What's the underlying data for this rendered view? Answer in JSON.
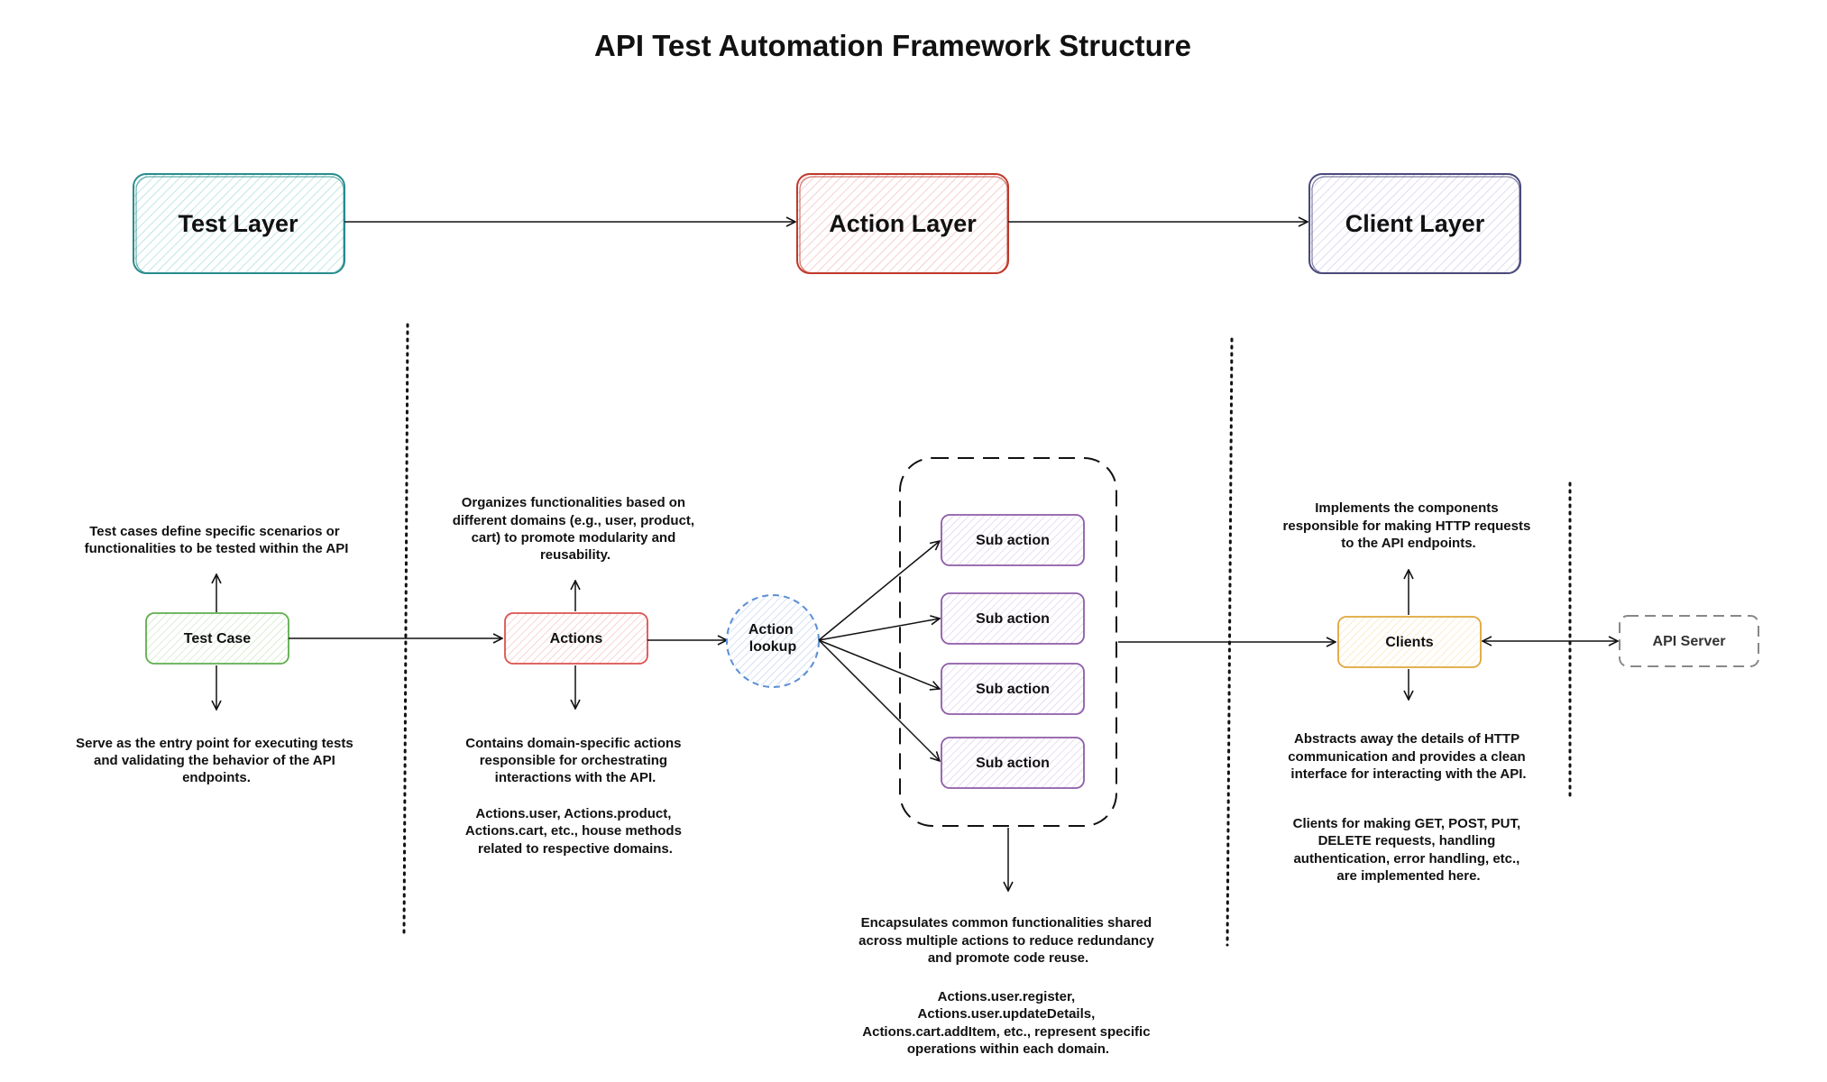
{
  "title": "API Test Automation Framework Structure",
  "layers": {
    "test": "Test Layer",
    "action": "Action Layer",
    "client": "Client Layer"
  },
  "nodes": {
    "test_case": "Test Case",
    "actions": "Actions",
    "action_lookup": [
      "Action",
      "lookup"
    ],
    "sub_actions": [
      "Sub action",
      "Sub action",
      "Sub action",
      "Sub action"
    ],
    "clients": "Clients",
    "api_server": "API Server"
  },
  "notes": {
    "test_case_top": [
      "Test cases define specific scenarios or",
      "functionalities to be tested within the API"
    ],
    "test_case_bottom": [
      "Serve as the entry point for executing tests",
      "and validating the behavior of the API",
      "endpoints."
    ],
    "actions_top": [
      "Organizes functionalities based on",
      "different domains (e.g., user, product,",
      "cart) to promote modularity and",
      "reusability."
    ],
    "actions_bottom": [
      "Contains domain-specific actions",
      "responsible for orchestrating",
      "interactions with the API."
    ],
    "actions_bottom_2": [
      "Actions.user, Actions.product,",
      "Actions.cart, etc., house methods",
      "related to respective domains."
    ],
    "sub_bottom": [
      "Encapsulates common functionalities shared",
      "across multiple actions to reduce redundancy",
      "and promote code reuse."
    ],
    "sub_bottom_2": [
      "Actions.user.register,",
      "Actions.user.updateDetails,",
      "Actions.cart.addItem, etc., represent specific",
      "operations within each domain."
    ],
    "clients_top": [
      "Implements the components",
      "responsible for making HTTP requests",
      "to the API endpoints."
    ],
    "clients_bottom": [
      "Abstracts away the details of HTTP",
      "communication and provides a clean",
      "interface for interacting with the API."
    ],
    "clients_bottom_2": [
      "Clients for making GET, POST, PUT,",
      "DELETE requests, handling",
      "authentication, error handling, etc.,",
      "are implemented here."
    ]
  },
  "colors": {
    "test_layer": "#2a8c8c",
    "test_layer_fill": "#dff5f5",
    "action_layer": "#c0392b",
    "action_layer_fill": "#fde3e3",
    "client_layer": "#4a4a7a",
    "client_layer_fill": "#e8e6f5",
    "test_case": "#5fae4f",
    "test_case_fill": "#e6f5df",
    "actions": "#d9534f",
    "actions_fill": "#fbdede",
    "lookup": "#5b8fd4",
    "lookup_fill": "#e3edfa",
    "sub_action": "#8e5ca8",
    "sub_action_fill": "#efe4f6",
    "clients": "#e0a63a",
    "clients_fill": "#fff4da",
    "api_server": "#888888"
  }
}
